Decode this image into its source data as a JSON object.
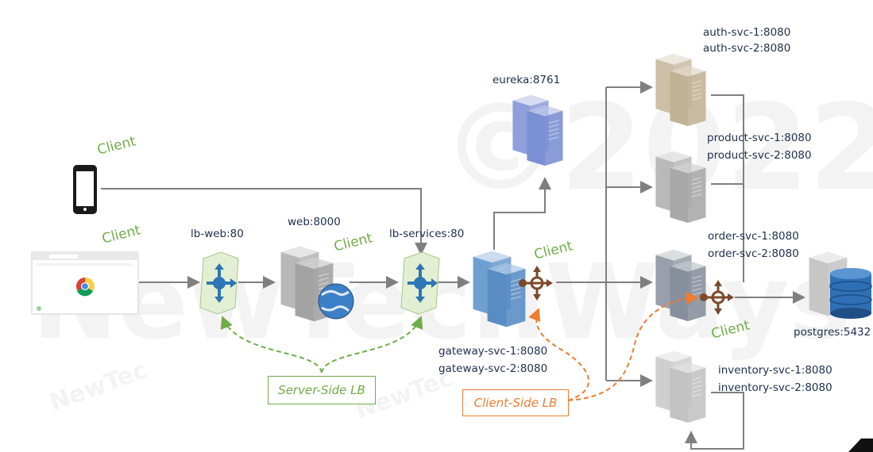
{
  "labels": {
    "auth1": "auth-svc-1:8080",
    "auth2": "auth-svc-2:8080",
    "eureka": "eureka:8761",
    "product1": "product-svc-1:8080",
    "product2": "product-svc-2:8080",
    "lb_web": "lb-web:80",
    "web": "web:8000",
    "lb_services": "lb-services:80",
    "order1": "order-svc-1:8080",
    "order2": "order-svc-2:8080",
    "postgres": "postgres:5432",
    "gateway1": "gateway-svc-1:8080",
    "gateway2": "gateway-svc-2:8080",
    "inventory1": "inventory-svc-1:8080",
    "inventory2": "inventory-svc-2:8080"
  },
  "client_label": "Client",
  "server_side_lb": "Server-Side LB",
  "client_side_lb": "Client-Side LB",
  "watermark_year": "©2022",
  "watermark_brand": "NewTechWays",
  "watermark_small": "NewTec",
  "colors": {
    "line": "#7f7f7f",
    "client_green": "#70ad47",
    "client_orange": "#ed7d31",
    "label_navy": "#1f2f4f"
  }
}
